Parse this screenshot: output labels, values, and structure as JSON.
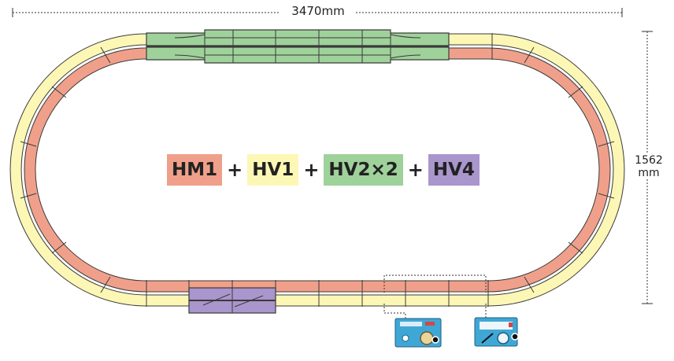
{
  "dimensions": {
    "width_label": "3470mm",
    "height_value": "1562",
    "height_unit": "mm"
  },
  "formula": {
    "parts": [
      {
        "text": "HM1",
        "color": "#f0a08a"
      },
      {
        "text": "HV1",
        "color": "#fdf7b6"
      },
      {
        "text": "HV2×2",
        "color": "#9fd29a"
      },
      {
        "text": "HV4",
        "color": "#a996cc"
      }
    ],
    "operator": "+"
  },
  "colors": {
    "hm1": "#f0a08a",
    "hv1": "#fdf7b6",
    "hv2": "#9fd29a",
    "hv4": "#a996cc",
    "track_outline": "#3a3a3a",
    "controller_blue": "#3fa7d6"
  },
  "icons": [
    "power-controller-icon",
    "power-controller-icon"
  ]
}
